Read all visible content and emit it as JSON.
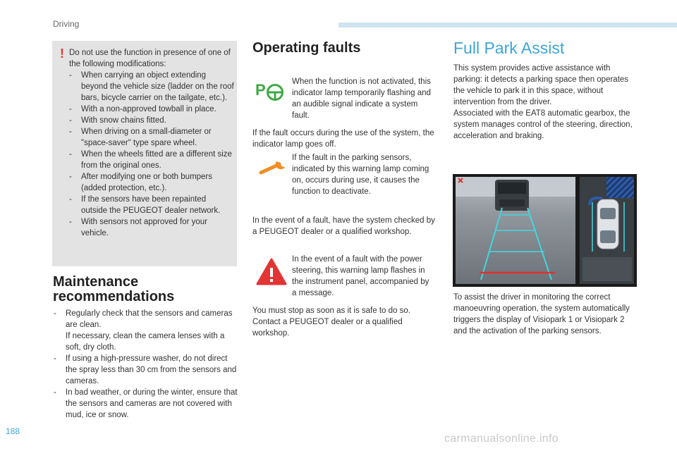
{
  "header": {
    "section_label": "Driving"
  },
  "warning": {
    "mark": "!",
    "intro": "Do not use the function in presence of one of the following modifications:",
    "items": [
      "When carrying an object extending beyond the vehicle size (ladder on the roof bars, bicycle carrier on the tailgate, etc.).",
      "With a non-approved towball in place.",
      "With snow chains fitted.",
      "When driving on a small-diameter or \"space-saver\" type spare wheel.",
      "When the wheels fitted are a different size from the original ones.",
      "After modifying one or both bumpers (added protection, etc.).",
      "If the sensors have been repainted outside the PEUGEOT dealer network.",
      "With sensors not approved for your vehicle."
    ]
  },
  "maintenance": {
    "title": "Maintenance recommendations",
    "items": [
      "Regularly check that the sensors and cameras are clean.\nIf necessary, clean the camera lenses with a soft, dry cloth.",
      "If using a high-pressure washer, do not direct the spray less than 30 cm from the sensors and cameras.",
      "In bad weather, or during the winter, ensure that the sensors and cameras are not covered with mud, ice or snow."
    ]
  },
  "faults": {
    "title": "Operating faults",
    "p1": "When the function is not activated, this indicator lamp temporarily flashing and an audible signal indicate a system fault.",
    "p2": "If the fault occurs during the use of the system, the indicator lamp goes off.",
    "p3": "If the fault in the parking sensors, indicated by this warning lamp coming on, occurs during use, it causes the function to deactivate.",
    "p4": "In the event of a fault, have the system checked by a PEUGEOT dealer or a qualified workshop.",
    "p5": "In the event of a fault with the power steering, this warning lamp flashes in the instrument panel, accompanied by a message.",
    "p6": "You must stop as soon as it is safe to do so. Contact a PEUGEOT dealer or a qualified workshop.",
    "icon_colors": {
      "green": "#3daa44",
      "orange": "#f28c22",
      "red": "#e33434"
    }
  },
  "full_park_assist": {
    "title": "Full Park Assist",
    "body": "This system provides active assistance with parking: it detects a parking space then operates the vehicle to park it in this space, without intervention from the driver.\nAssociated with the EAT8 automatic gearbox, the system manages control of the steering, direction, acceleration and braking.",
    "caption": "To assist the driver in monitoring the correct manoeuvring operation, the system automatically triggers the display of Visiopark 1 or Visiopark 2 and the activation of the parking sensors."
  },
  "footer": {
    "page_number": "188",
    "watermark": "carmanualsonline.info"
  },
  "colors": {
    "accent": "#3da5d9",
    "warning_red": "#e33434",
    "box_gray": "#e3e3e3"
  }
}
